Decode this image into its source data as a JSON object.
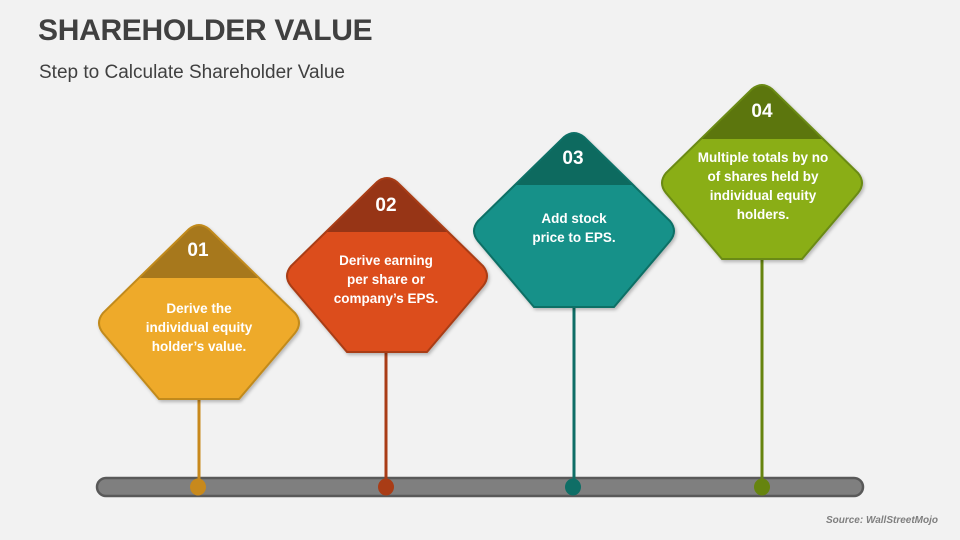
{
  "header": {
    "title": "SHAREHOLDER VALUE",
    "subtitle": "Step to Calculate Shareholder Value"
  },
  "steps": [
    {
      "number": "01",
      "text_lines": [
        "Derive the",
        "individual equity",
        "holder’s value."
      ],
      "colors": {
        "band": "#a7781c",
        "body": "#eeaa2a",
        "stroke": "#c18a1c",
        "stem": "#c8891c"
      }
    },
    {
      "number": "02",
      "text_lines": [
        "Derive earning",
        "per share or",
        "company’s EPS."
      ],
      "colors": {
        "band": "#973513",
        "body": "#dc4e1b",
        "stroke": "#a93c14",
        "stem": "#a93c16"
      }
    },
    {
      "number": "03",
      "text_lines": [
        "Add stock",
        "price to EPS."
      ],
      "colors": {
        "band": "#0e6a5f",
        "body": "#149189",
        "stroke": "#0f7066",
        "stem": "#0f6e66"
      }
    },
    {
      "number": "04",
      "text_lines": [
        "Multiple totals by no",
        "of shares held by",
        "individual equity",
        "holders."
      ],
      "colors": {
        "band": "#5c7610",
        "body": "#8aae14",
        "stroke": "#6a8a12",
        "stem": "#66840f"
      }
    }
  ],
  "timeline": {
    "bar_color": "#7f7f7f",
    "bar_stroke": "#595959"
  },
  "footer": {
    "source": "Source: WallStreetMojo"
  }
}
